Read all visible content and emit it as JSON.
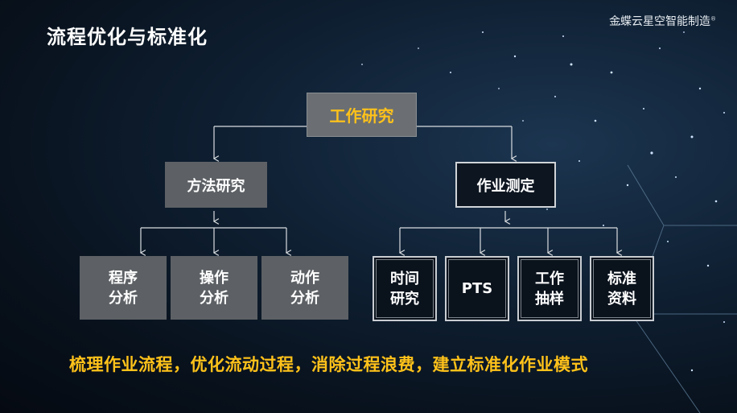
{
  "slide": {
    "title": "流程优化与标准化",
    "brand": "金蝶云星空智能制造",
    "brand_mark": "®",
    "slogan": "梳理作业流程，优化流动过程，消除过程浪费，建立标准化作业模式"
  },
  "diagram": {
    "root": "工作研究",
    "method_study": {
      "label": "方法研究",
      "children": [
        {
          "line1": "程序",
          "line2": "分析"
        },
        {
          "line1": "操作",
          "line2": "分析"
        },
        {
          "line1": "动作",
          "line2": "分析"
        }
      ]
    },
    "work_measurement": {
      "label": "作业测定",
      "children": [
        {
          "line1": "时间",
          "line2": "研究"
        },
        {
          "line1": "PTS",
          "line2": ""
        },
        {
          "line1": "工作",
          "line2": "抽样"
        },
        {
          "line1": "标准",
          "line2": "资料"
        }
      ]
    }
  },
  "colors": {
    "accent": "#ffc21a",
    "box_gray": "#5d6165",
    "box_dark": "#0a121c",
    "line": "#d9dde1"
  }
}
